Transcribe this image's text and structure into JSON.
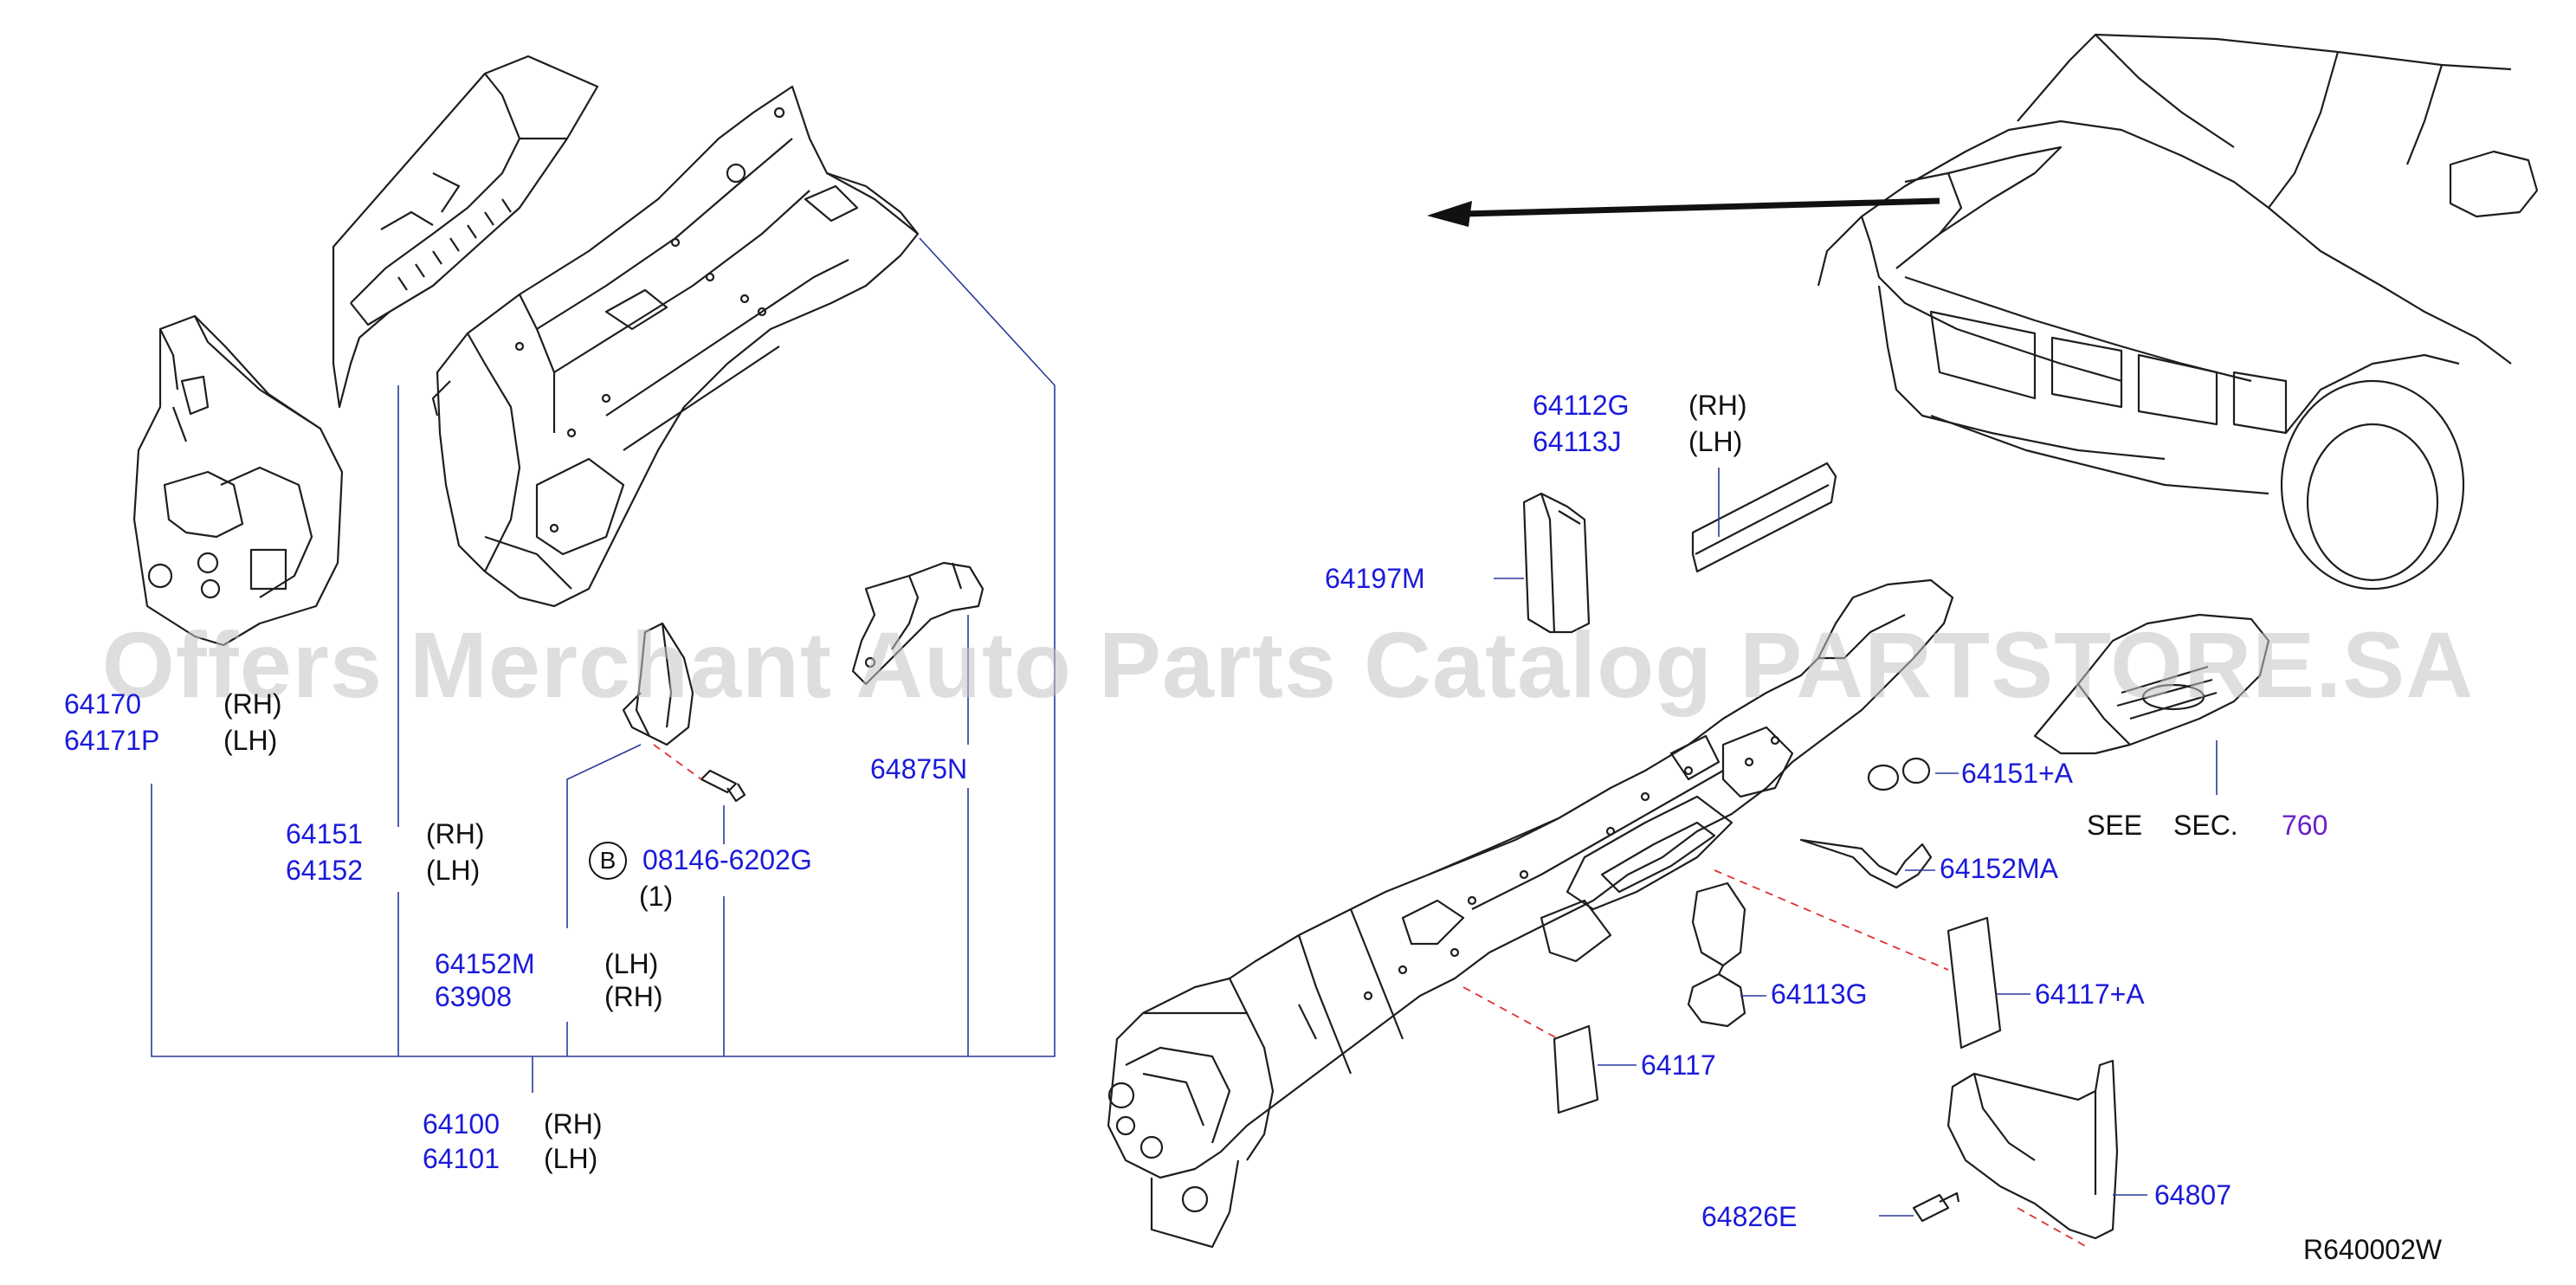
{
  "labels": {
    "p64170": "64170",
    "p64171P": "64171P",
    "rh1": "(RH)",
    "lh1": "(LH)",
    "p64151": "64151",
    "p64152": "64152",
    "rh2": "(RH)",
    "lh2": "(LH)",
    "b": "B",
    "p08146": "08146-6202G",
    "qty": "(1)",
    "p64875N": "64875N",
    "p64152M": "64152M",
    "p63908": "63908",
    "lh3": "(LH)",
    "rh3": "(RH)",
    "p64100": "64100",
    "p64101": "64101",
    "rh4": "(RH)",
    "lh4": "(LH)",
    "p64112G": "64112G",
    "p64113J": "64113J",
    "rh5": "(RH)",
    "lh5": "(LH)",
    "p64197M": "64197M",
    "p64151A": "64151+A",
    "see": "SEE",
    "sec": "SEC.",
    "secnum": "760",
    "p64152MA": "64152MA",
    "p64113G": "64113G",
    "p64117A": "64117+A",
    "p64117": "64117",
    "p64807": "64807",
    "p64826E": "64826E",
    "ref": "R640002W"
  },
  "watermark": "Offers Merchant Auto Parts Catalog PARTSTORE.SA",
  "colors": {
    "part_number": "#1a1adb",
    "text": "#111111",
    "section": "#6a1fc8",
    "leader": "#2a3a9a",
    "dash": "#e03030"
  }
}
